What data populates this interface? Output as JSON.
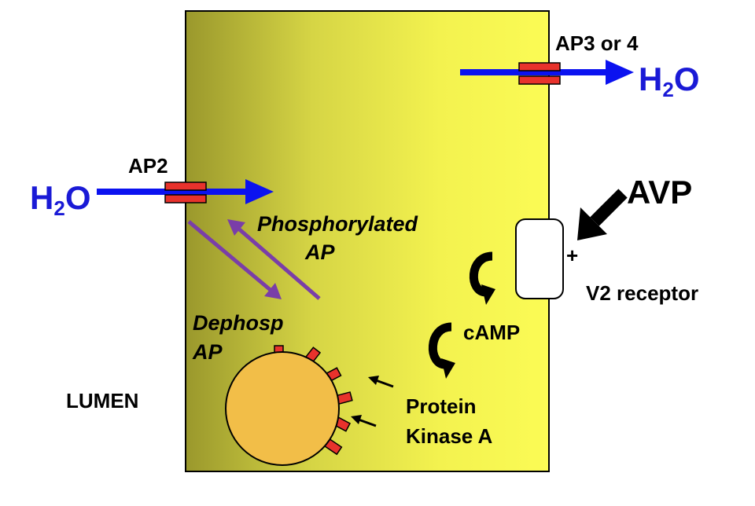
{
  "labels": {
    "ap3or4": "AP3 or 4",
    "ap2": "AP2",
    "avp": "AVP",
    "plus": "+",
    "v2_receptor": "V2 receptor",
    "phosphorylated_line1": "Phosphorylated",
    "phosphorylated_line2": "AP",
    "dephosp_line1": "Dephosp",
    "dephosp_line2": "AP",
    "camp": "cAMP",
    "pka_line1": "Protein",
    "pka_line2": "Kinase A",
    "lumen": "LUMEN"
  },
  "h2o": {
    "left": {
      "main": "H",
      "sub": "2",
      "tail": "O"
    },
    "right": {
      "main": "H",
      "sub": "2",
      "tail": "O"
    }
  },
  "colors": {
    "cell_gradient_left": "#9c9a2e",
    "cell_gradient_right": "#fbfb52",
    "water_arrow": "#0b12f0",
    "h2o_text": "#1a1ad6",
    "channel": "#e8322c",
    "purple_arrow": "#7a3ea8",
    "vesicle": "#f2be48"
  }
}
